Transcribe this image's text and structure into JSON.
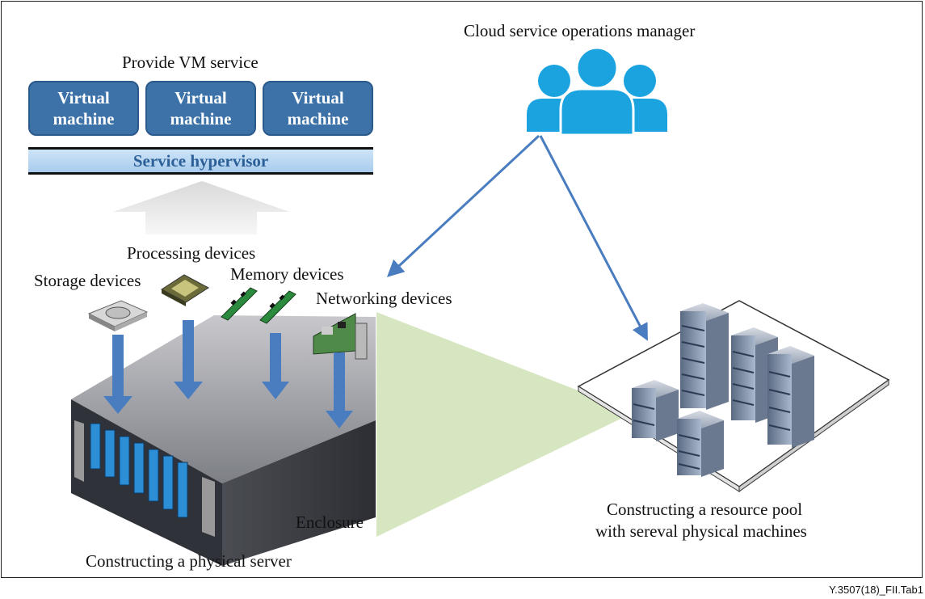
{
  "top_left": {
    "title": "Provide VM service",
    "vms": [
      {
        "label": "Virtual machine"
      },
      {
        "label": "Virtual machine"
      },
      {
        "label": "Virtual machine"
      }
    ],
    "hypervisor": "Service hypervisor"
  },
  "devices": {
    "processing": "Processing devices",
    "storage": "Storage devices",
    "memory": "Memory devices",
    "networking": "Networking devices"
  },
  "enclosure_label": "Enclosure",
  "server_caption": "Constructing a physical server",
  "manager_label": "Cloud service operations manager",
  "pool_caption_line1": "Constructing a resource pool",
  "pool_caption_line2": "with sereval physical machines",
  "figure_id": "Y.3507(18)_FII.Tab1",
  "colors": {
    "vm_fill": "#3d72a8",
    "hyper_text": "#2b5f96",
    "arrow": "#4a7dc0",
    "people": "#1ba3e0",
    "cone": "#d6e6c0"
  }
}
